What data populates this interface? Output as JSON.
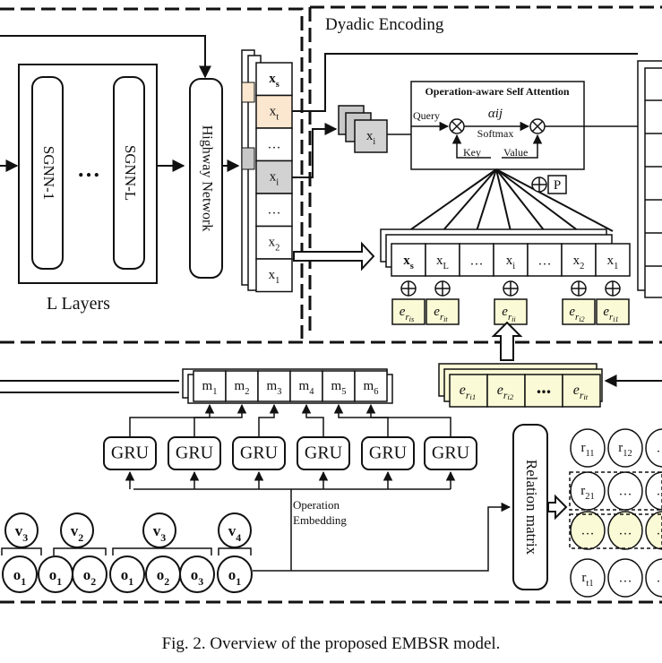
{
  "caption": "Fig. 2.  Overview of the proposed EMBSR model.",
  "sections": {
    "dyadic_encoding": "Dyadic Encoding",
    "l_layers": "L Layers"
  },
  "blocks": {
    "sgnn_1": "SGNN-1",
    "sgnn_l": "SGNN-L",
    "dots": "…",
    "highway": "Highway Network",
    "attention_title": "Operation-aware Self Attention",
    "alpha": "αij",
    "softmax": "Softmax",
    "query": "Query",
    "key": "Key",
    "value": "Value",
    "p": "P",
    "relation_matrix": "Relation matrix",
    "operation_embedding": [
      "Operation",
      "Embedding"
    ]
  },
  "highway_column": [
    "xs",
    "xt",
    "…",
    "xi",
    "…",
    "x2",
    "x1"
  ],
  "query_box": "xi",
  "sequence_row": [
    "xs",
    "xL",
    "…",
    "xi",
    "…",
    "x2",
    "x1"
  ],
  "relation_embeddings": [
    "eris",
    "erit",
    "erii",
    "eri2",
    "eri1"
  ],
  "relation_stack": [
    "eri1",
    "eri2",
    "...",
    "erit"
  ],
  "m_row": [
    "m1",
    "m2",
    "m3",
    "m4",
    "m5",
    "m6"
  ],
  "gru_label": "GRU",
  "v_nodes": [
    "v3",
    "v2",
    "v3",
    "v4"
  ],
  "o_nodes": [
    "o1",
    "o1",
    "o2",
    "o1",
    "o2",
    "o3",
    "o1"
  ],
  "r_grid": [
    [
      "r11",
      "r12",
      "…"
    ],
    [
      "r21",
      "…",
      "…"
    ],
    [
      "…",
      "…",
      "…"
    ],
    [
      "rt1",
      "…",
      "…"
    ]
  ],
  "colors": {
    "highlight_orange": "#fbe6cf",
    "highlight_gray": "#d2d2d2",
    "highlight_yellow": "#fafad6",
    "stroke": "#111111"
  }
}
